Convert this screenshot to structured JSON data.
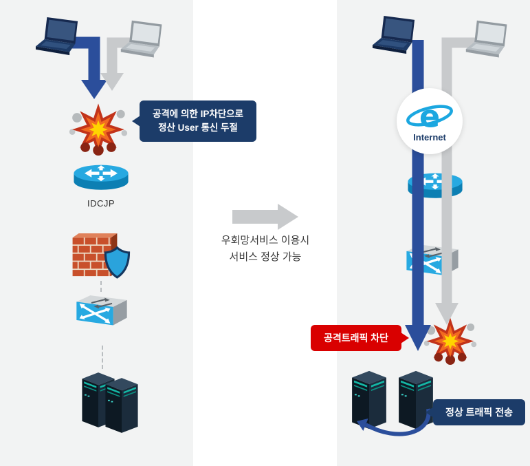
{
  "colors": {
    "panel_bg": "#f2f3f3",
    "primary_blue": "#2b4e9b",
    "arrow_gray": "#c8cacc",
    "callout_navy": "#1c3c69",
    "callout_red": "#d90000",
    "cisco_blue": "#27a9e1",
    "cisco_blue_dark": "#0c7fb3",
    "text_dark": "#3a3a3a",
    "internet_blue": "#1ba7e0"
  },
  "left_panel": {
    "attack_callout": {
      "line1": "공격에 의한 IP차단으로",
      "line2": "정산 User 통신 두절"
    },
    "router_label": "IDCJP",
    "icons": [
      "laptop-navy-icon",
      "laptop-gray-icon",
      "attack-arrow",
      "user-arrow",
      "explosion-icon",
      "router-icon",
      "firewall-shield-icon",
      "switch-icon",
      "server-icon"
    ]
  },
  "middle": {
    "caption_line1": "우회망서비스 이용시",
    "caption_line2": "서비스 정상 가능",
    "icons": [
      "flow-right-arrow"
    ]
  },
  "right_panel": {
    "internet": {
      "logo_glyph": "e",
      "label": "Internet"
    },
    "block_callout": {
      "text": "공격트래픽 차단"
    },
    "normal_callout": {
      "text": "정상 트래픽 전송"
    },
    "icons": [
      "laptop-navy-icon",
      "laptop-gray-icon",
      "internet-explorer-icon",
      "router-icon",
      "switch-icon",
      "explosion-icon",
      "server-icon",
      "normal-traffic-curved-arrow"
    ]
  }
}
